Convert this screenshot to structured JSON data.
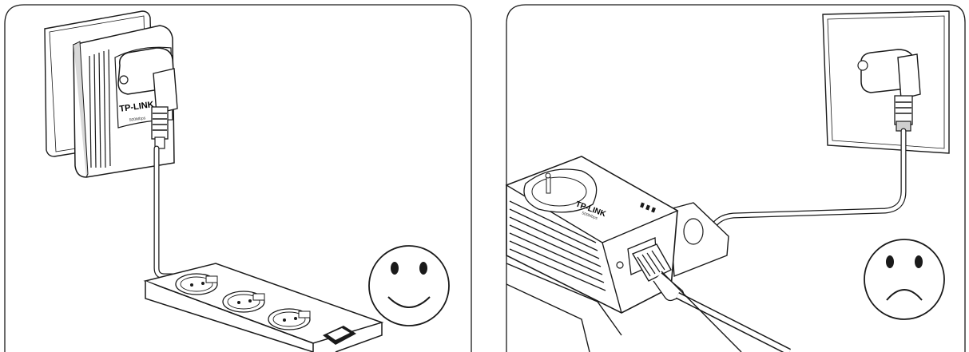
{
  "panels": [
    {
      "id": "correct",
      "brand": "TP-LINK",
      "speed": "500Mbps",
      "verdict": "happy"
    },
    {
      "id": "incorrect",
      "brand": "TP-LINK",
      "speed": "500Mbps",
      "verdict": "sad"
    }
  ],
  "colors": {
    "stroke": "#1a1a1a",
    "fill": "#ffffff",
    "shade": "#e6e6e6"
  }
}
